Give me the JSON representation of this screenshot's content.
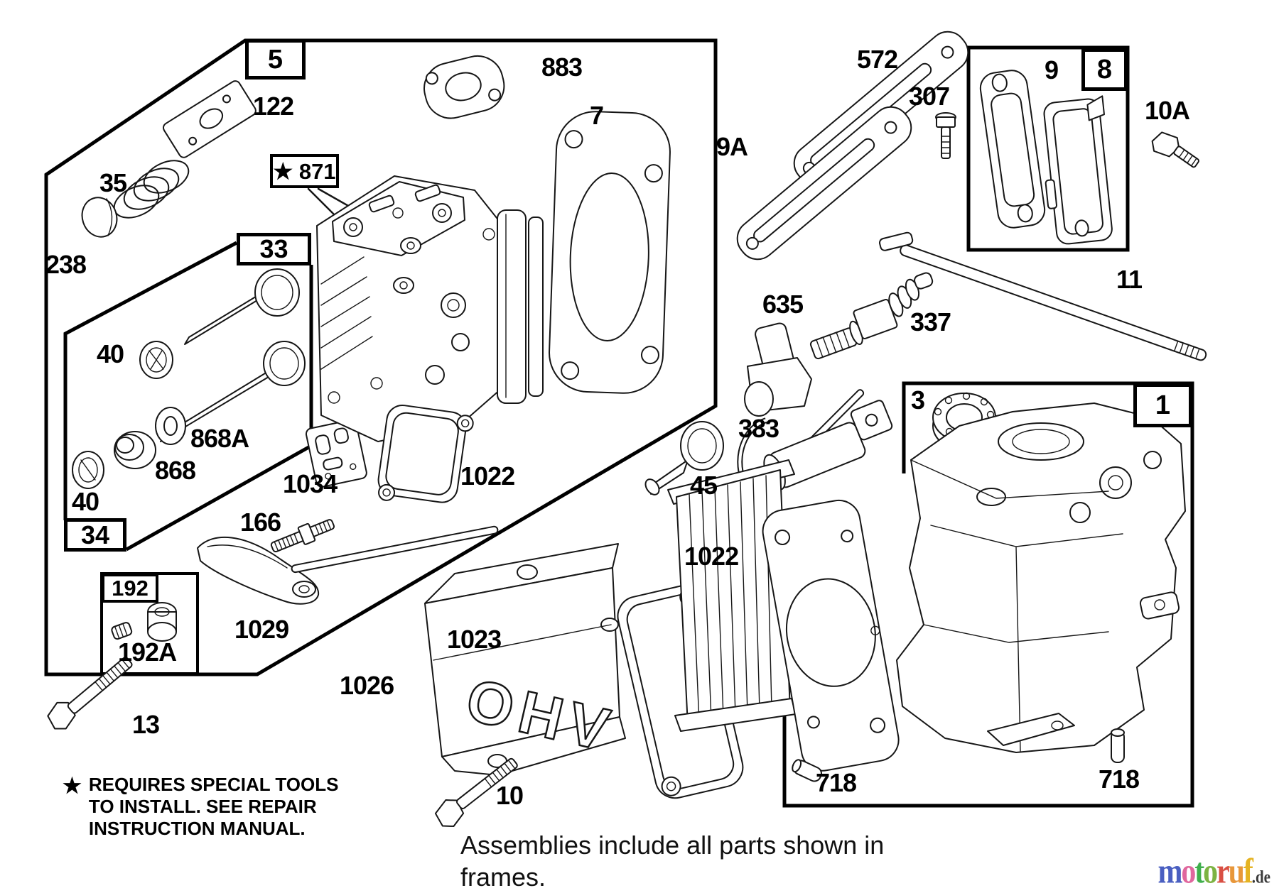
{
  "doc": {
    "kind": "engine exploded parts diagram (cylinder head / cylinder group)"
  },
  "notes": {
    "special_tools_star": "★",
    "special_tools_line1": "REQUIRES SPECIAL TOOLS",
    "special_tools_line2": "TO INSTALL.  SEE REPAIR",
    "special_tools_line3": "INSTRUCTION MANUAL.",
    "assemblies_line1": "Assemblies include all parts shown in",
    "assemblies_line2": "frames."
  },
  "frames": {
    "f5": "5",
    "f33": "33",
    "f34": "34",
    "f192": "192",
    "f8": "8",
    "f1": "1",
    "star871": "★ 871"
  },
  "labels": {
    "p122": "122",
    "p35": "35",
    "p238": "238",
    "p883": "883",
    "p7": "7",
    "p40a": "40",
    "p868A": "868A",
    "p868": "868",
    "p40b": "40",
    "p1034": "1034",
    "p166": "166",
    "p1029": "1029",
    "p192A": "192A",
    "p13": "13",
    "p1026": "1026",
    "p1023": "1023",
    "p1022a": "1022",
    "p1022b": "1022",
    "p45": "45",
    "p10": "10",
    "p572": "572",
    "p307": "307",
    "p9A": "9A",
    "p9": "9",
    "p10A": "10A",
    "p11": "11",
    "p635": "635",
    "p337": "337",
    "p383": "383",
    "p3": "3",
    "p718a": "718",
    "p718b": "718",
    "ohv": "OHV"
  },
  "logo": {
    "word": "motoruf",
    "colors": [
      "#4a5fc1",
      "#e0679e",
      "#3faf4c",
      "#7cb342",
      "#d94f43",
      "#e8973a",
      "#e5b322"
    ],
    "suffix": ".de",
    "suffix_color": "#3a3a3a"
  }
}
